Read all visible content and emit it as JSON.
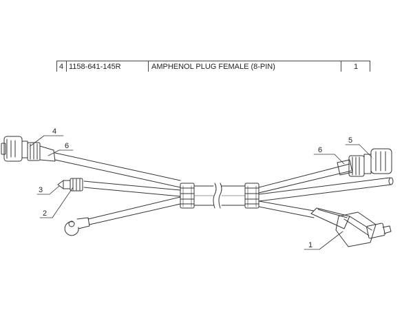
{
  "parts_list": {
    "row": {
      "item": "4",
      "part_number": "1158-641-145R",
      "description": "AMPHENOL PLUG FEMALE (8-PIN)",
      "quantity": "1"
    }
  },
  "callouts": {
    "plug_female_left": "4",
    "boot_left": "6",
    "terminal_pin": "3",
    "ferrule": "2",
    "plug_female_right": "5",
    "boot_right": "6",
    "main_connector": "1"
  }
}
